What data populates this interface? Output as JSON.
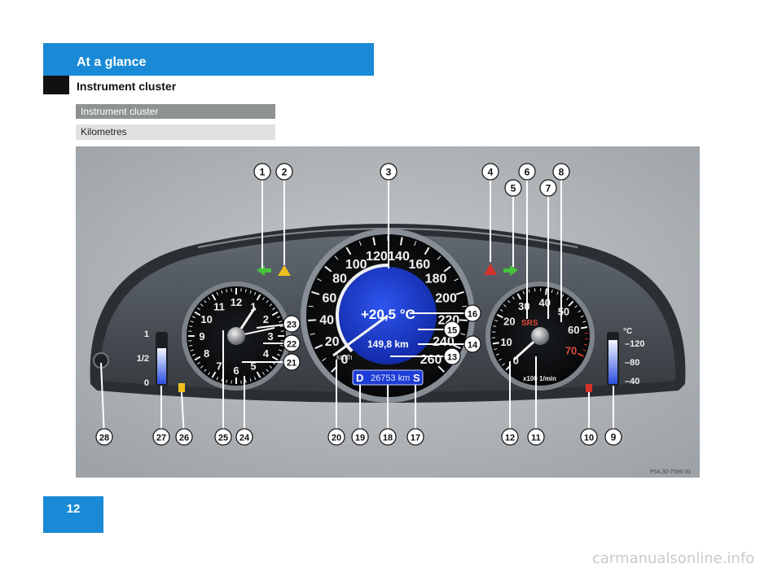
{
  "header": {
    "title": "At a glance",
    "subtitle": "Instrument cluster"
  },
  "section": {
    "label": "Instrument cluster",
    "sublabel": "Kilometres"
  },
  "figure": {
    "top_callouts": [
      "1",
      "2",
      "3",
      "4",
      "5",
      "6",
      "7",
      "8"
    ],
    "right_callouts": [
      "23",
      "22",
      "21",
      "16",
      "15",
      "14",
      "13"
    ],
    "bottom_callouts": [
      "28",
      "27",
      "26",
      "25",
      "24",
      "20",
      "19",
      "18",
      "17",
      "12",
      "11",
      "10",
      "9"
    ],
    "speed_ticks": [
      "0",
      "20",
      "40",
      "60",
      "80",
      "100",
      "120",
      "140",
      "160",
      "180",
      "200",
      "220",
      "240",
      "260"
    ],
    "speed_unit": "km/h",
    "clock_ticks": [
      "12",
      "1",
      "2",
      "3",
      "4",
      "5",
      "6",
      "7",
      "8",
      "9",
      "10",
      "11"
    ],
    "rpm_ticks": [
      "0",
      "10",
      "20",
      "30",
      "40",
      "50",
      "60",
      "70"
    ],
    "rpm_unit": "x100 1/min",
    "fuel_ticks": [
      "1",
      "1/2",
      "0"
    ],
    "temp_unit": "°C",
    "temp_ticks": [
      "120",
      "80",
      "40"
    ],
    "display": {
      "temperature": "+20,5 °C",
      "trip": "149,8 km",
      "odometer": "26753 km",
      "gear_left": "D",
      "gear_right": "S"
    },
    "srs_label": "SRS",
    "ref_code": "P54.30-7596-31"
  },
  "page": {
    "number": "12"
  },
  "watermark": "carmanualsonline.info",
  "colors": {
    "accent": "#1a8ad6",
    "cluster": "#4a4f55",
    "display": "#1e3dd4"
  }
}
